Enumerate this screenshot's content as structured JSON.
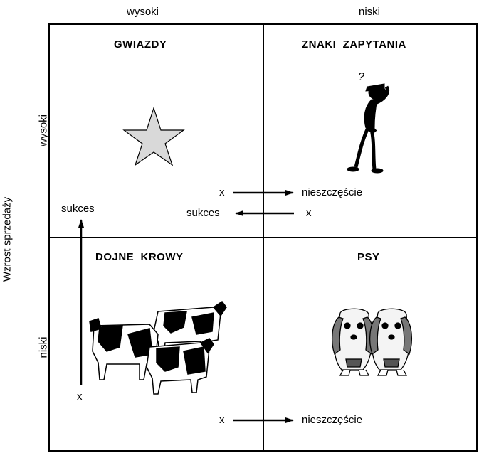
{
  "column_headers": {
    "left": "wysoki",
    "right": "niski"
  },
  "row_axis": {
    "title": "Wzrost sprzedaży",
    "top": "wysoki",
    "bottom": "niski"
  },
  "quadrants": {
    "top_left": {
      "title": "GWIAZDY"
    },
    "top_right": {
      "title": "ZNAKI  ZAPYTANIA"
    },
    "bottom_left": {
      "title": "DOJNE  KROWY"
    },
    "bottom_right": {
      "title": "PSY"
    }
  },
  "arrows": {
    "right_top": {
      "start": "x",
      "end": "nieszczęście"
    },
    "left_top": {
      "start": "x",
      "end": "sukces"
    },
    "vertical": {
      "start": "x",
      "end": "sukces"
    },
    "right_bottom": {
      "start": "x",
      "end": "nieszczęście"
    }
  },
  "question_mark": "?",
  "colors": {
    "line": "#000000",
    "star_fill": "#d9d9d9",
    "background": "#ffffff"
  }
}
